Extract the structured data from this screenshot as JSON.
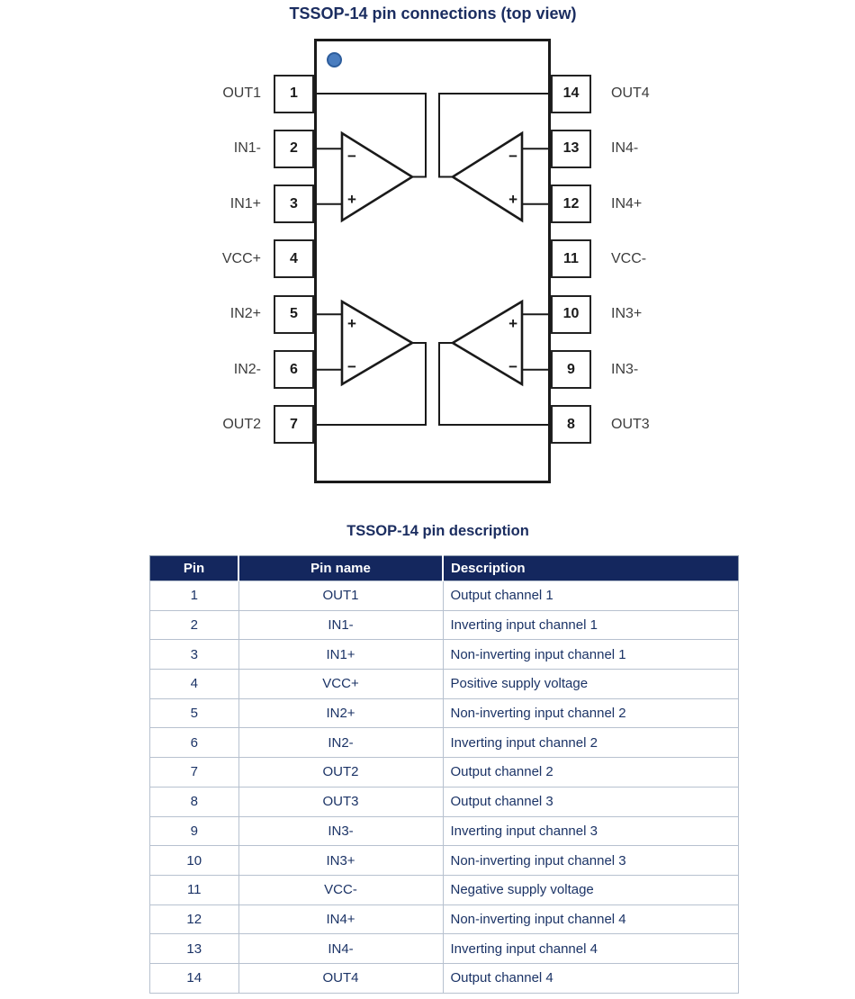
{
  "diagram": {
    "title": "TSSOP-14 pin connections (top view)",
    "pins_left": [
      {
        "number": "1",
        "label": "OUT1"
      },
      {
        "number": "2",
        "label": "IN1-"
      },
      {
        "number": "3",
        "label": "IN1+"
      },
      {
        "number": "4",
        "label": "VCC+"
      },
      {
        "number": "5",
        "label": "IN2+"
      },
      {
        "number": "6",
        "label": "IN2-"
      },
      {
        "number": "7",
        "label": "OUT2"
      }
    ],
    "pins_right": [
      {
        "number": "14",
        "label": "OUT4"
      },
      {
        "number": "13",
        "label": "IN4-"
      },
      {
        "number": "12",
        "label": "IN4+"
      },
      {
        "number": "11",
        "label": "VCC-"
      },
      {
        "number": "10",
        "label": "IN3+"
      },
      {
        "number": "9",
        "label": "IN3-"
      },
      {
        "number": "8",
        "label": "OUT3"
      }
    ],
    "opamp_signs": {
      "inverting": "−",
      "non_inverting": "+"
    }
  },
  "table": {
    "title": "TSSOP-14 pin description",
    "headers": [
      "Pin",
      "Pin name",
      "Description"
    ],
    "rows": [
      {
        "pin": "1",
        "name": "OUT1",
        "description": "Output channel 1"
      },
      {
        "pin": "2",
        "name": "IN1-",
        "description": "Inverting input channel 1"
      },
      {
        "pin": "3",
        "name": "IN1+",
        "description": "Non-inverting input channel 1"
      },
      {
        "pin": "4",
        "name": "VCC+",
        "description": "Positive supply voltage"
      },
      {
        "pin": "5",
        "name": "IN2+",
        "description": "Non-inverting input channel 2"
      },
      {
        "pin": "6",
        "name": "IN2-",
        "description": "Inverting input channel 2"
      },
      {
        "pin": "7",
        "name": "OUT2",
        "description": "Output channel 2"
      },
      {
        "pin": "8",
        "name": "OUT3",
        "description": "Output channel 3"
      },
      {
        "pin": "9",
        "name": "IN3-",
        "description": "Inverting input channel 3"
      },
      {
        "pin": "10",
        "name": "IN3+",
        "description": "Non-inverting input channel 3"
      },
      {
        "pin": "11",
        "name": "VCC-",
        "description": "Negative supply voltage"
      },
      {
        "pin": "12",
        "name": "IN4+",
        "description": "Non-inverting input channel 4"
      },
      {
        "pin": "13",
        "name": "IN4-",
        "description": "Inverting input channel 4"
      },
      {
        "pin": "14",
        "name": "OUT4",
        "description": "Output channel 4"
      }
    ]
  },
  "colors": {
    "title_navy": "#1b2d60",
    "table_header_bg": "#14275e",
    "table_text": "#1b3366",
    "table_grid": "#b7c1cf",
    "chip_outline": "#1a1a1a",
    "pin1_dot_fill": "#4a7dbf",
    "pin1_dot_border": "#2d5d9c"
  }
}
